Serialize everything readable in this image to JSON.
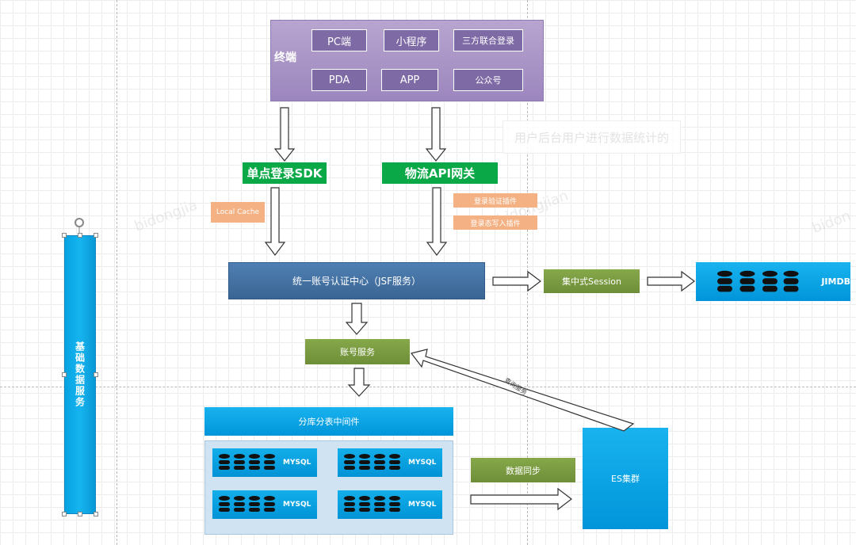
{
  "terminal": {
    "label": "终端",
    "buttons": [
      "PC端",
      "小程序",
      "三方联合登录",
      "PDA",
      "APP",
      "公众号"
    ]
  },
  "sso_sdk": "单点登录SDK",
  "api_gateway": "物流API网关",
  "local_cache": "Local Cache",
  "plugins": [
    "登录验证插件",
    "登录态写入插件"
  ],
  "auth_center": "统一账号认证中心（JSF服务）",
  "session": "集中式Session",
  "jimdb": "JIMDB",
  "account_service": "账号服务",
  "sharding": "分库分表中间件",
  "mysql_label": "MYSQL",
  "data_sync": "数据同步",
  "es_cluster": "ES集群",
  "query_service": "查询服务",
  "base_service": "基础数据服务",
  "faded_note": "用户后台用户进行数据统计的",
  "watermarks": [
    "bidongjia",
    "bidongjian",
    "bidon"
  ],
  "colors": {
    "purple": "#9c86be",
    "green": "#0aa846",
    "orange": "#f4b183",
    "steel": "#3a6593",
    "olive": "#6e8e38",
    "blue": "#0095d9"
  }
}
